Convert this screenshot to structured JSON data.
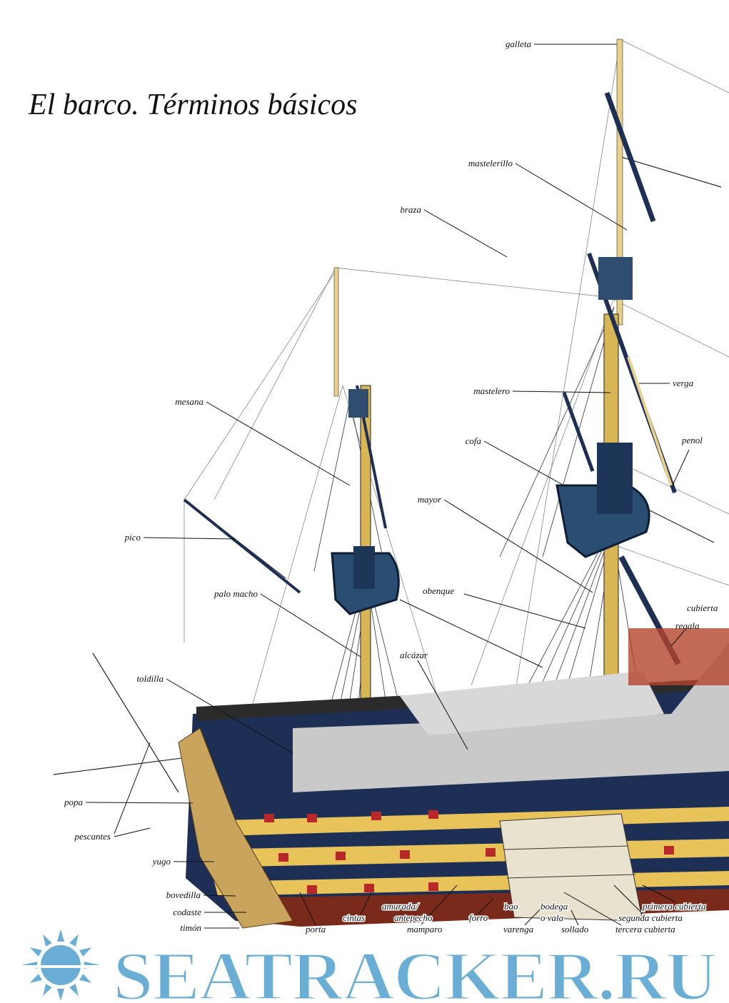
{
  "title": "El barco. Términos básicos",
  "labels": {
    "galleta": "galleta",
    "mastelerillo": "mastelerillo",
    "braza": "braza",
    "mesana": "mesana",
    "mastelero": "mastelero",
    "verga": "verga",
    "penol": "penol",
    "cofa": "cofa",
    "mayor": "mayor",
    "pico": "pico",
    "palo_macho": "palo macho",
    "obenque": "obenque",
    "cubierta": "cubierta",
    "regala": "regala",
    "alcazar": "alcázar",
    "toldilla": "toldilla",
    "popa": "popa",
    "pescantes": "pescantes",
    "yugo": "yugo",
    "bovedilla": "bovedilla",
    "codaste": "codaste",
    "timon": "timón",
    "porta": "porta",
    "cintas": "cintas",
    "amurada": "amurada/",
    "antepecho": "antepecho",
    "mamparo": "mamparo",
    "forro": "forro",
    "bao": "bao",
    "bodega": "bodega",
    "o_vala": "o vala",
    "varenga": "varenga",
    "sollado": "sollado",
    "primera_cubierta": "primera cubierta",
    "segunda_cubierta": "segunda cubierta",
    "tercera_cubierta": "tercera cubierta"
  },
  "watermark": "SEATRACKER.RU",
  "colors": {
    "hull_blue": "#1e2f55",
    "hull_yellow": "#e7c35a",
    "hull_red": "#7a2a1a",
    "watermark": "#6aaed6",
    "mast": "#e8d08a"
  }
}
